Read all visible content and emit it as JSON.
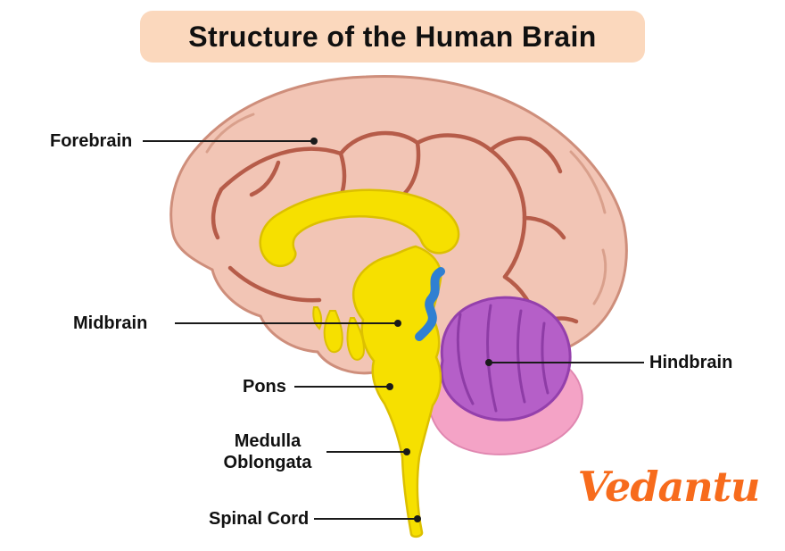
{
  "title": "Structure of the Human Brain",
  "labels": {
    "forebrain": "Forebrain",
    "midbrain": "Midbrain",
    "pons": "Pons",
    "medulla_oblongata": "Medulla Oblongata",
    "spinal_cord": "Spinal Cord",
    "hindbrain": "Hindbrain"
  },
  "logo_text": "Vedantu",
  "colors": {
    "banner_bg": "#FBD8BD",
    "cerebrum": "#F2C5B5",
    "cerebrum_outline": "#CE8E7B",
    "artery": "#B65C49",
    "brainstem_yellow": "#F6E000",
    "cerebellum_purple": "#B55FC8",
    "under_lobe_pink": "#F4A3C6",
    "pons_blue": "#2F80D2",
    "logo_orange": "#F76B1C",
    "label_text": "#111111"
  }
}
